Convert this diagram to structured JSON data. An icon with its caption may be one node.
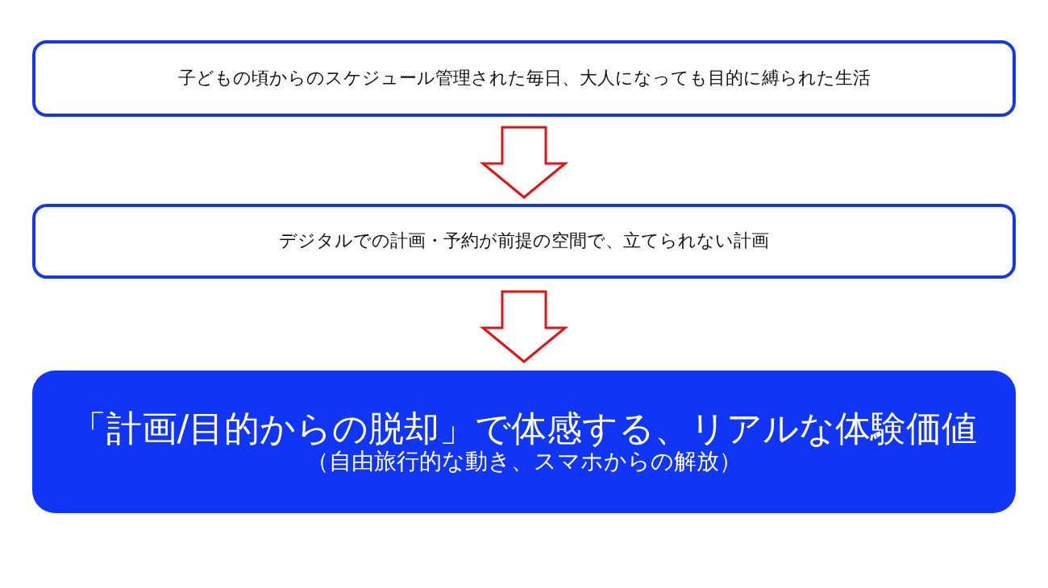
{
  "diagram": {
    "nodes": [
      {
        "text": [
          "子どもの頃からのスケジュール管理された毎日、大人になっても目的に縛られた生活"
        ]
      },
      {
        "text": [
          "デジタルでの計画・予約が前提の空間で、立てられない計画"
        ]
      },
      {
        "text": [
          "「計画/目的からの脱却」で体感する、リアルな体験価値",
          "（自由旅行的な動き、スマホからの解放）"
        ]
      }
    ],
    "edges": [
      {
        "from": 0,
        "to": 1,
        "arrow": "to"
      },
      {
        "from": 1,
        "to": 2,
        "arrow": "to"
      }
    ]
  }
}
